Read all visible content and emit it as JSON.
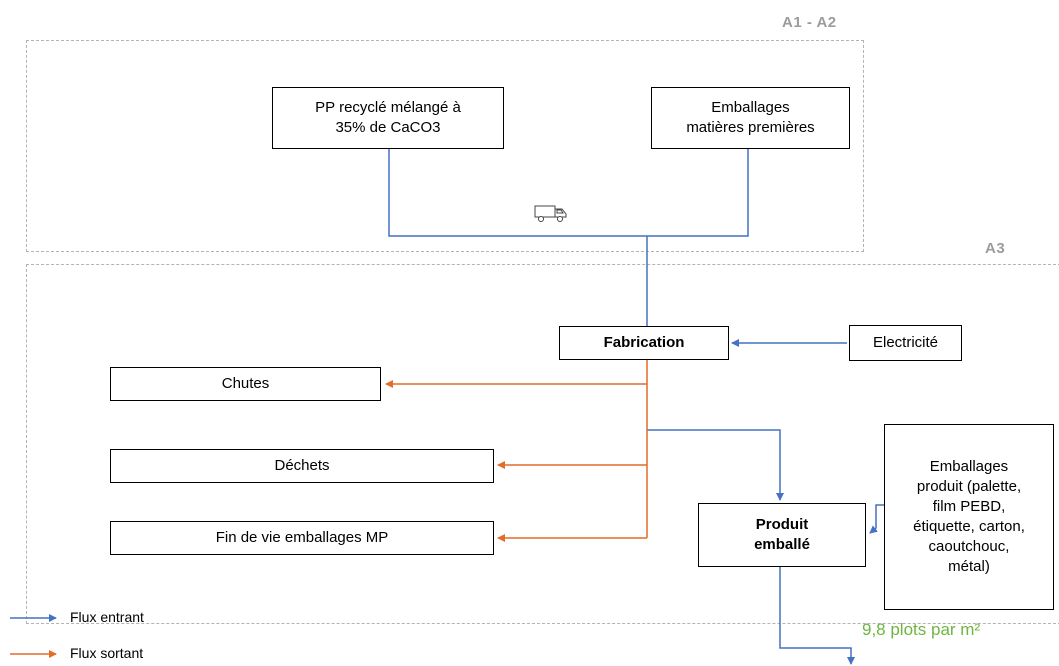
{
  "zones": {
    "a1a2": {
      "label": "A1 - A2"
    },
    "a3": {
      "label": "A3"
    }
  },
  "boxes": {
    "pp_recycle": "PP recyclé mélangé à\n35% de CaCO3",
    "emballages_mp": "Emballages\nmatières premières",
    "fabrication": "Fabrication",
    "electricite": "Electricité",
    "chutes": "Chutes",
    "dechets": "Déchets",
    "fin_de_vie": "Fin de vie emballages MP",
    "produit_emballe": "Produit\nemballé",
    "emballages_produit": "Emballages\nproduit (palette,\nfilm PEBD,\nétiquette, carton,\ncaoutchouc,\nmétal)"
  },
  "output_note": "9,8 plots par m²",
  "legend": {
    "incoming": "Flux entrant",
    "outgoing": "Flux sortant"
  },
  "colors": {
    "incoming": "#4472c4",
    "outgoing": "#e46c29",
    "note": "#6fb53f",
    "zone_border": "#b3b3b3",
    "zone_label": "#9c9c9c"
  },
  "icons": {
    "transport": "truck-icon"
  }
}
